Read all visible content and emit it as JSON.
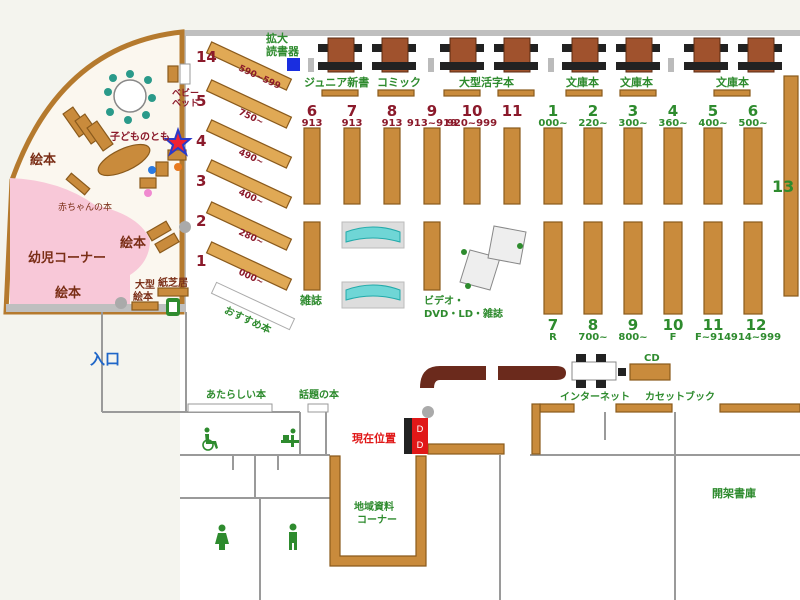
{
  "areas": {
    "ehon_top": "絵本",
    "akachan": "赤ちゃんの本",
    "ehon_mid": "絵本",
    "youji": "幼児コーナー",
    "ehon_bottom": "絵本",
    "oogata_ehon_1": "大型",
    "oogata_ehon_2": "絵本",
    "kamishibai": "紙芝居",
    "kodomo": "子どものとも",
    "baby_bed_1": "ベビー",
    "baby_bed_2": "ベッド",
    "osusume": "おすすめ本",
    "kakudai_1": "拡大",
    "kakudai_2": "読書器",
    "junior": "ジュニア新書",
    "comic": "コミック",
    "oogata_katsuji": "大型活字本",
    "bunko_1": "文庫本",
    "bunko_2": "文庫本",
    "bunko_3": "文庫本",
    "zasshi": "雑誌",
    "video_1": "ビデオ・",
    "video_2": "DVD・LD・雑誌",
    "cd": "CD",
    "internet": "インターネット",
    "cassette": "カセットブック",
    "atarashii": "あたらしい本",
    "wadai": "話題の本",
    "genzai": "現在位置",
    "chiiki_1": "地域資料",
    "chiiki_2": "コーナー",
    "kaika": "開架書庫",
    "entrance": "入口"
  },
  "kids_shelves": [
    {
      "num": "14",
      "label": "590~599"
    },
    {
      "num": "5",
      "label": "750~"
    },
    {
      "num": "4",
      "label": "490~"
    },
    {
      "num": "3",
      "label": "400~"
    },
    {
      "num": "2",
      "label": "280~"
    },
    {
      "num": "1",
      "label": "000~"
    }
  ],
  "red_shelves": [
    {
      "num": "6",
      "code": "913"
    },
    {
      "num": "7",
      "code": "913"
    },
    {
      "num": "8",
      "code": "913"
    },
    {
      "num": "9",
      "code": "913~919"
    },
    {
      "num": "10",
      "code": "920~999"
    },
    {
      "num": "11",
      "code": ""
    }
  ],
  "green_shelves_top": [
    {
      "num": "1",
      "code": "000~"
    },
    {
      "num": "2",
      "code": "220~"
    },
    {
      "num": "3",
      "code": "300~"
    },
    {
      "num": "4",
      "code": "360~"
    },
    {
      "num": "5",
      "code": "400~"
    },
    {
      "num": "6",
      "code": "500~"
    }
  ],
  "green_shelves_bottom": [
    {
      "num": "7",
      "code": "R"
    },
    {
      "num": "8",
      "code": "700~"
    },
    {
      "num": "9",
      "code": "800~"
    },
    {
      "num": "10",
      "code": "F"
    },
    {
      "num": "11",
      "code": "F~914"
    },
    {
      "num": "12",
      "code": "914~999"
    }
  ],
  "side_shelf": "13",
  "colors": {
    "shelf": "#c98b3c",
    "red_text": "#8b1a2b",
    "green_text": "#2e8b2e",
    "entrance": "#1f66c8",
    "kids_area": "#f8c8d8",
    "current_location": "#e01818"
  }
}
